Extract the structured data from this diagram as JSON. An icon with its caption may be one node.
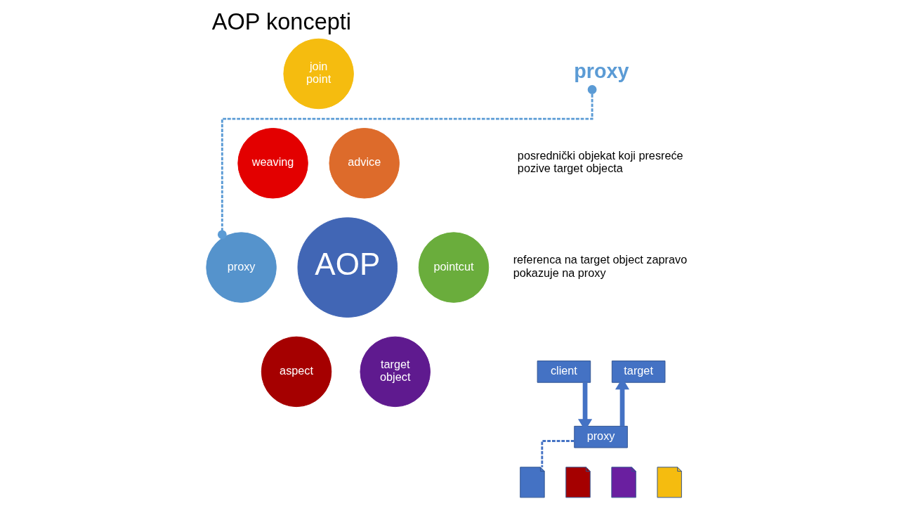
{
  "diagram": {
    "title": "AOP koncepti",
    "nodes": [
      {
        "text": [
          "join point"
        ]
      },
      {
        "text": [
          "weaving"
        ]
      },
      {
        "text": [
          "advice"
        ]
      },
      {
        "text": [
          "AOP"
        ]
      },
      {
        "text": [
          "proxy"
        ]
      },
      {
        "text": [
          "pointcut"
        ]
      },
      {
        "text": [
          "aspect"
        ]
      },
      {
        "text": [
          "target object"
        ]
      },
      {
        "text": [
          "proxy"
        ]
      },
      {
        "text": [
          "client"
        ]
      },
      {
        "text": [
          "target"
        ]
      },
      {
        "text": [
          "proxy"
        ]
      },
      {
        "text": [],
        "shape": "document"
      },
      {
        "text": [],
        "shape": "document"
      },
      {
        "text": [],
        "shape": "document"
      },
      {
        "text": [],
        "shape": "document"
      }
    ],
    "edges": [
      {
        "from": 4,
        "to": 8,
        "arrow": "other",
        "style": "dashed",
        "color": "#5b9bd5"
      },
      {
        "from": 9,
        "to": 11,
        "arrow": "to",
        "style": "thick"
      },
      {
        "from": 11,
        "to": 10,
        "arrow": "to",
        "style": "thick"
      },
      {
        "from": 11,
        "to": 12,
        "arrow": "none",
        "style": "dashed"
      }
    ],
    "labels": [
      "posrednički objekat koji presreće pozive target objecta",
      "referenca na target object zapravo pokazuje na proxy"
    ]
  }
}
